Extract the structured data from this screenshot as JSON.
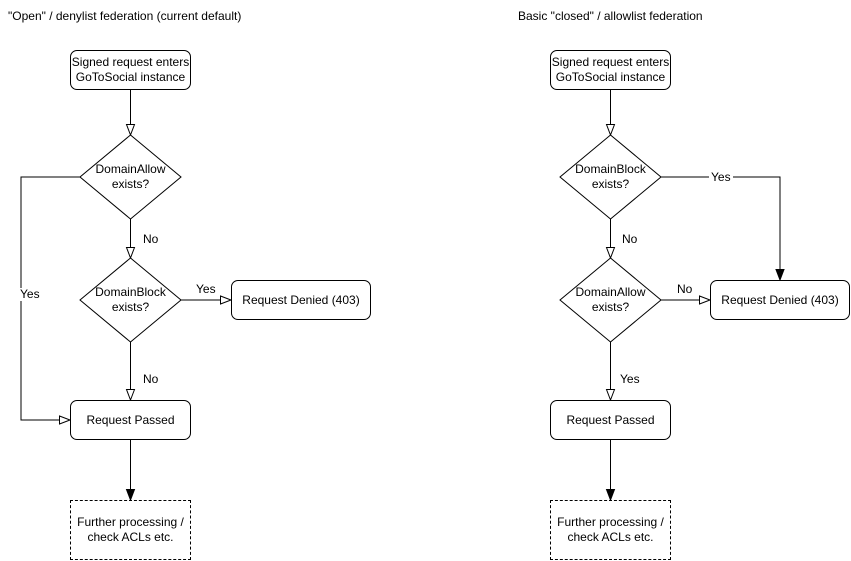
{
  "charts": [
    {
      "title": "\"Open\" / denylist federation (current default)",
      "nodes": {
        "start": "Signed request enters\nGoToSocial instance",
        "decision1": "DomainAllow\nexists?",
        "decision2": "DomainBlock\nexists?",
        "denied": "Request Denied (403)",
        "passed": "Request Passed",
        "further": "Further processing /\ncheck ACLs etc."
      },
      "edge_labels": {
        "decision1_branch": "Yes",
        "decision1_down": "No",
        "decision2_branch": "Yes",
        "decision2_down": "No"
      }
    },
    {
      "title": "Basic \"closed\" / allowlist federation",
      "nodes": {
        "start": "Signed request enters\nGoToSocial instance",
        "decision1": "DomainBlock\nexists?",
        "decision2": "DomainAllow\nexists?",
        "denied": "Request Denied (403)",
        "passed": "Request Passed",
        "further": "Further processing /\ncheck ACLs etc."
      },
      "edge_labels": {
        "decision1_branch": "Yes",
        "decision1_down": "No",
        "decision2_branch": "No",
        "decision2_down": "Yes"
      }
    }
  ],
  "colors": {
    "stroke": "#000000",
    "shape_fill": "#ffffff",
    "text": "#000000",
    "background": "#ffffff"
  }
}
